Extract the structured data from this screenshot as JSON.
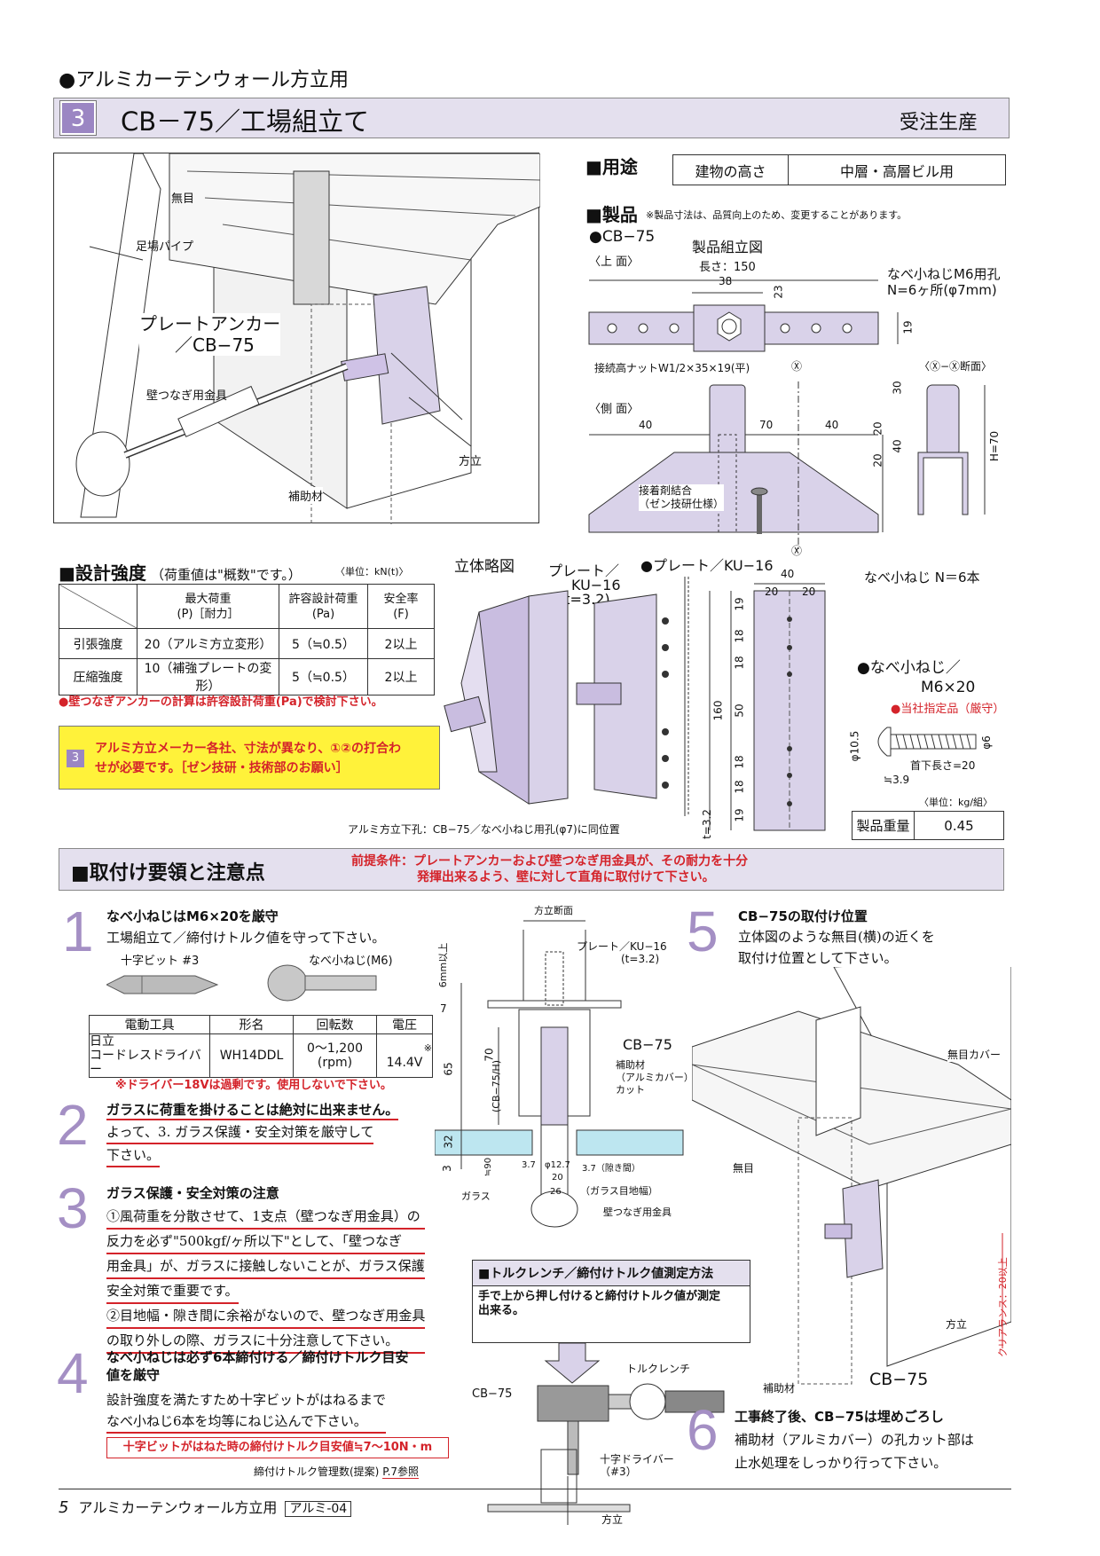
{
  "header": {
    "category": "●アルミカーテンウォール方立用",
    "section_no": "3",
    "title": "CB－75／工場組立て",
    "order_type": "受注生産"
  },
  "illustration": {
    "label_mujiki": "無目",
    "label_ashiba": "足場パイプ",
    "label_plate_anchor_1": "プレートアンカー",
    "label_plate_anchor_2": "／CB−75",
    "label_kabe": "壁つなぎ用金具",
    "label_hojozai": "補助材",
    "label_houdate": "方立"
  },
  "usage": {
    "heading": "■用途",
    "key": "建物の高さ",
    "value": "中層・高層ビル用"
  },
  "product": {
    "heading": "■製品",
    "note": "※製品寸法は、品質向上のため、変更することがあります。",
    "model": "●CB−75",
    "assembly_title": "製品組立図",
    "top_label": "〈上 面〉",
    "length": "長さ：150",
    "hole_note_1": "なべ小ねじM6用孔",
    "hole_note_2": "N=6ヶ所(φ7mm)",
    "nut_label": "接続高ナットW1/2×35×19(平)",
    "side_label": "〈側 面〉",
    "section_label": "〈Ⓧ−Ⓧ断面〉",
    "adhesive_1": "接着剤結合",
    "adhesive_2": "（ゼン技研仕様）",
    "screw_label": "なべ小ねじ N＝6本",
    "dims": {
      "d38": "38",
      "d23": "23",
      "d19": "19",
      "d40a": "40",
      "d70": "70",
      "d40b": "40",
      "d30": "30",
      "d20a": "20",
      "d40c": "40",
      "d20b": "20",
      "h70": "H=70",
      "x": "Ⓧ"
    }
  },
  "strength": {
    "heading": "■設計強度",
    "subheading": "（荷重値は\"概数\"です。）",
    "unit": "〈単位：kN(t)〉",
    "col1a": "最大荷重",
    "col1b": "(P)［耐力］",
    "col2a": "許容設計荷重",
    "col2b": "(Pa)",
    "col3a": "安全率",
    "col3b": "(F)",
    "rows": [
      {
        "name": "引張強度",
        "max": "20（アルミ方立変形）",
        "pa": "5（≒0.5）",
        "f": "2以上"
      },
      {
        "name": "圧縮強度",
        "max": "10（補強プレートの変形）",
        "pa": "5（≒0.5）",
        "f": "2以上"
      }
    ],
    "note": "●壁つなぎアンカーの計算は許容設計荷重(Pa)で検討下さい。"
  },
  "notice": {
    "badge": "3",
    "text_1": "アルミ方立メーカー各社、寸法が異なり、①②の打合わ",
    "text_2": "せが必要です。［ゼン技研・技術部のお願い］"
  },
  "stereo": {
    "title": "立体略図",
    "plate_label": "プレート／",
    "plate_model": "KU−16",
    "plate_t": "(t=3.2)",
    "caption": "アルミ方立下孔：CB−75／なべ小ねじ用孔(φ7)に同位置"
  },
  "plate": {
    "title": "●プレート／KU−16",
    "d40": "40",
    "d20a": "20",
    "d20b": "20",
    "vdims": [
      "19",
      "18",
      "18",
      "50",
      "18",
      "18",
      "19"
    ],
    "d160": "160",
    "t": "t=3.2"
  },
  "screw": {
    "title_1": "●なべ小ねじ／",
    "title_2": "M6×20",
    "designated": "●当社指定品（厳守）",
    "phi105": "φ10.5",
    "phi6": "φ6",
    "neck": "首下長さ=20",
    "head": "≒3.9",
    "unit": "〈単位：kg/組〉",
    "weight_label": "製品重量",
    "weight_value": "0.45"
  },
  "install": {
    "heading": "■取付け要領と注意点",
    "premise_1": "前提条件：プレートアンカーおよび壁つなぎ用金具が、その耐力を十分",
    "premise_2": "発揮出来るよう、壁に対して直角に取付けて下さい。"
  },
  "step1": {
    "num": "1",
    "title": "なべ小ねじはM6×20を厳守",
    "body": "工場組立て／締付けトルク値を守って下さい。",
    "bit": "十字ビット #3",
    "screw": "なべ小ねじ(M6)",
    "th1": "電動工具",
    "th2": "形名",
    "th3": "回転数",
    "th4": "電圧",
    "tool_1": "日立",
    "tool_2": "コードレスドライバー",
    "model": "WH14DDL",
    "rpm_1": "0〜1,200",
    "rpm_2": "(rpm)",
    "volt_mark": "※",
    "volt": "14.4V",
    "note": "※ドライバー18Vは過剰です。使用しないで下さい。"
  },
  "step2": {
    "num": "2",
    "title": "ガラスに荷重を掛けることは絶対に出来ません。",
    "body_1": "よって、3. ガラス保護・安全対策を厳守して",
    "body_2": "下さい。"
  },
  "step3": {
    "num": "3",
    "title": "ガラス保護・安全対策の注意",
    "lines": [
      "①風荷重を分散させて、1支点（壁つなぎ用金具）の",
      "反力を必ず\"500kgf/ヶ所以下\"として、「壁つなぎ",
      "用金具」が、ガラスに接触しないことが、ガラス保護",
      "安全対策で重要です。",
      "②目地幅・隙き間に余裕がないので、壁つなぎ用金具",
      "の取り外しの際、ガラスに十分注意して下さい。"
    ]
  },
  "step4": {
    "num": "4",
    "title_1": "なべ小ねじは必ず6本締付ける／締付けトルク目安",
    "title_2": "値を厳守",
    "body_1": "設計強度を満たすため十字ビットがはねるまで",
    "body_2": "なべ小ねじ6本を均等にねじ込んで下さい。",
    "torque": "十字ビットがはねた時の締付けトルク目安値≒7〜10N・m",
    "ref": "締付けトルク管理数(提案)",
    "ref_page": "P.7参照"
  },
  "section_drawing": {
    "title": "方立断面",
    "plate": "プレート／KU−16",
    "plate_t": "(t=3.2)",
    "cb75": "CB−75",
    "aux_1": "補助材",
    "aux_2": "（アルミカバー）",
    "aux_3": "カット",
    "d6": "6mm以上",
    "d7": "7",
    "d65": "65",
    "d70": "70",
    "dh": "(CB−75/H)",
    "d32": "32",
    "d3": "3",
    "d90": "≒90",
    "d37a": "3.7",
    "d127": "φ12.7",
    "d37b": "3.7（隙き間）",
    "d20": "20",
    "d26": "26",
    "joint": "（ガラス目地幅）",
    "glass": "ガラス",
    "bracket": "壁つなぎ用金具"
  },
  "torque_box": {
    "title": "■トルクレンチ／締付けトルク値測定方法",
    "body_1": "手で上から押し付けると締付けトルク値が測定",
    "body_2": "出来る。",
    "wrench": "トルクレンチ",
    "cb75": "CB−75",
    "driver_1": "十字ドライバー",
    "driver_2": "（#3）",
    "houdate": "方立"
  },
  "step5": {
    "num": "5",
    "title": "CB−75の取付け位置",
    "body_1": "立体図のような無目(横)の近くを",
    "body_2": "取付け位置として下さい。",
    "label_cover": "無目カバー",
    "label_mujiki": "無目",
    "label_houdate": "方立",
    "label_hojo": "補助材",
    "label_cb75": "CB−75",
    "clearance": "クリアランス：20以上"
  },
  "step6": {
    "num": "6",
    "title": "工事終了後、CB−75は埋めごろし",
    "body_1": "補助材（アルミカバー）の孔カット部は",
    "body_2": "止水処理をしっかり行って下さい。"
  },
  "footer": {
    "page": "5",
    "text": "アルミカーテンウォール方立用",
    "code": "アルミ-04"
  }
}
